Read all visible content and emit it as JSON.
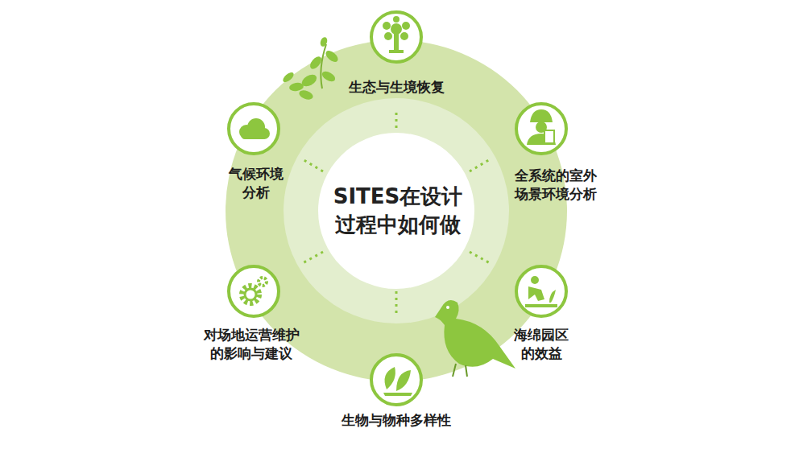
{
  "diagram": {
    "nodes": [
      {
        "text": [
          "SITES在设计 过程中如何做"
        ]
      },
      {
        "text": [
          "生态与生境恢复"
        ]
      },
      {
        "text": [
          "全系统的室外 场景环境分析"
        ]
      },
      {
        "text": [
          "海绵园区 的效益"
        ]
      },
      {
        "text": [
          "生物与物种多样性"
        ]
      },
      {
        "text": [
          "对场地运营维护 的影响与建议"
        ]
      },
      {
        "text": [
          "气候环境 分析"
        ]
      }
    ]
  }
}
